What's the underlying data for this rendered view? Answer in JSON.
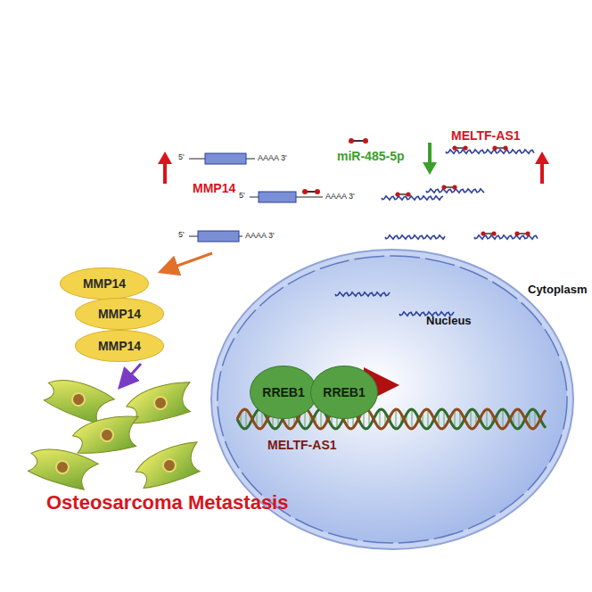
{
  "diagram": {
    "nodes": [
      {
        "text": [
          "MMP14"
        ]
      },
      {
        "text": [
          "MMP14"
        ]
      },
      {
        "text": [
          "MMP14"
        ]
      },
      {
        "text": [
          "Nucleus"
        ]
      },
      {
        "text": [
          "RREB1"
        ],
        "in": 3
      },
      {
        "text": [
          "RREB1"
        ],
        "in": 3
      }
    ],
    "labels": [
      "MMP14",
      "miR-485-5p",
      "MELTF-AS1",
      "5'",
      "AAAA 3'",
      "5'",
      "AAAA 3'",
      "5'",
      "AAAA 3'",
      "Osteosarcoma Metastasis",
      "MELTF-AS1",
      "Cytoplasm"
    ]
  }
}
